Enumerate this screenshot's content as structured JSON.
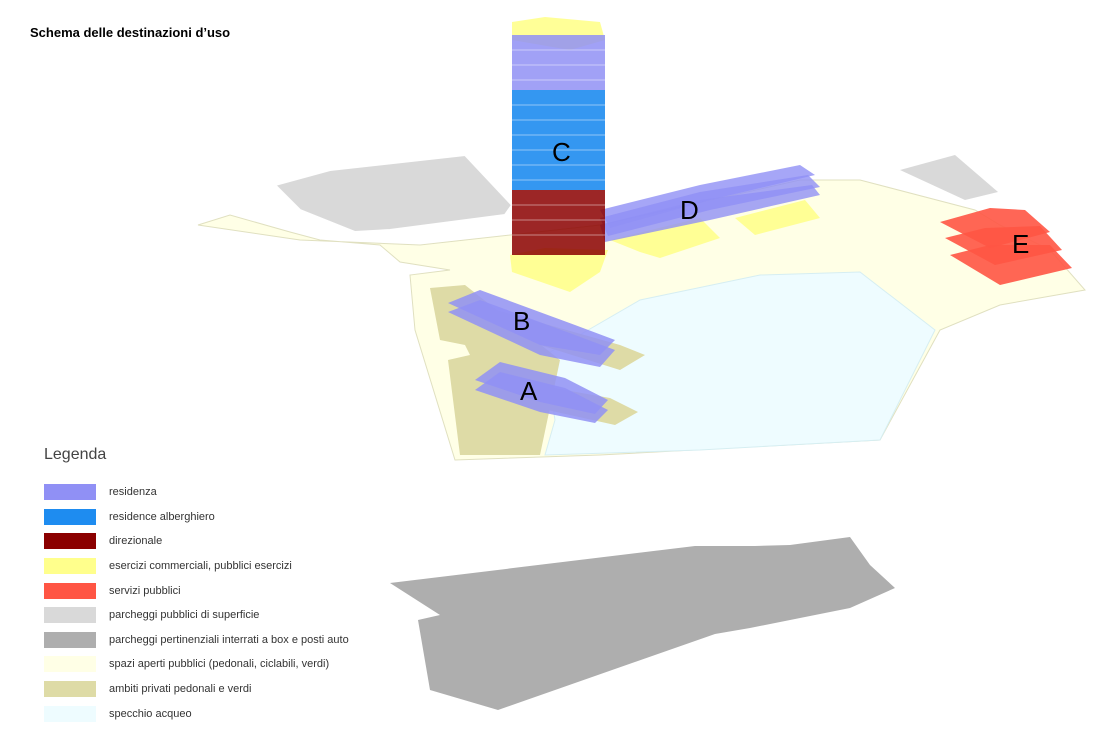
{
  "title": "Schema delle destinazioni d’uso",
  "legend": {
    "title": "Legenda",
    "items": [
      {
        "label": "residenza",
        "color": "#9090f5"
      },
      {
        "label": "residence alberghiero",
        "color": "#1e8cf0"
      },
      {
        "label": "direzionale",
        "color": "#8b0000"
      },
      {
        "label": "esercizi commerciali, pubblici esercizi",
        "color": "#ffff8c"
      },
      {
        "label": "servizi pubblici",
        "color": "#ff5544"
      },
      {
        "label": "parcheggi pubblici di superficie",
        "color": "#d9d9d9"
      },
      {
        "label": "parcheggi pertinenziali interrati a box e posti auto",
        "color": "#aeaeae"
      },
      {
        "label": "spazi aperti pubblici (pedonali, ciclabili, verdi)",
        "color": "#ffffe6"
      },
      {
        "label": "ambiti privati pedonali e verdi",
        "color": "#dedba6"
      },
      {
        "label": "specchio acqueo",
        "color": "#eefcff"
      }
    ]
  },
  "buildings": [
    {
      "id": "A",
      "label": "A"
    },
    {
      "id": "B",
      "label": "B"
    },
    {
      "id": "C",
      "label": "C"
    },
    {
      "id": "D",
      "label": "D"
    },
    {
      "id": "E",
      "label": "E"
    }
  ]
}
